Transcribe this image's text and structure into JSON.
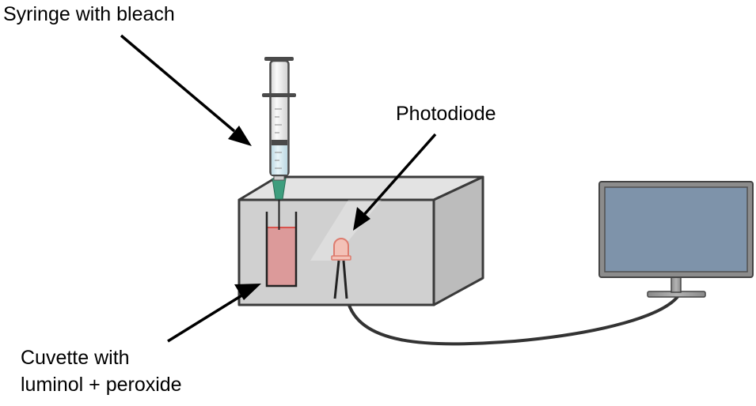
{
  "labels": {
    "syringe": "Syringe with bleach",
    "photodiode": "Photodiode",
    "cuvette_line1": "Cuvette with",
    "cuvette_line2": "luminol + peroxide"
  },
  "colors": {
    "box_front": "#d0d0d0",
    "box_top": "#e3e3e3",
    "box_side": "#bcbcbc",
    "outline": "#3a3a3a",
    "cuvette_liquid": "#dc9a9a",
    "liquid_surface": "#d8534d",
    "syringe_liquid": "#d9ecf2",
    "needle_hub": "#3e9e7e",
    "led_body": "#f3c1b7",
    "led_edge": "#dd7c6f",
    "monitor_screen": "#7e93aa",
    "monitor_frame": "#8c8c8c",
    "cable": "#333333"
  },
  "icons": {
    "arrow": "filled-arrowhead"
  }
}
